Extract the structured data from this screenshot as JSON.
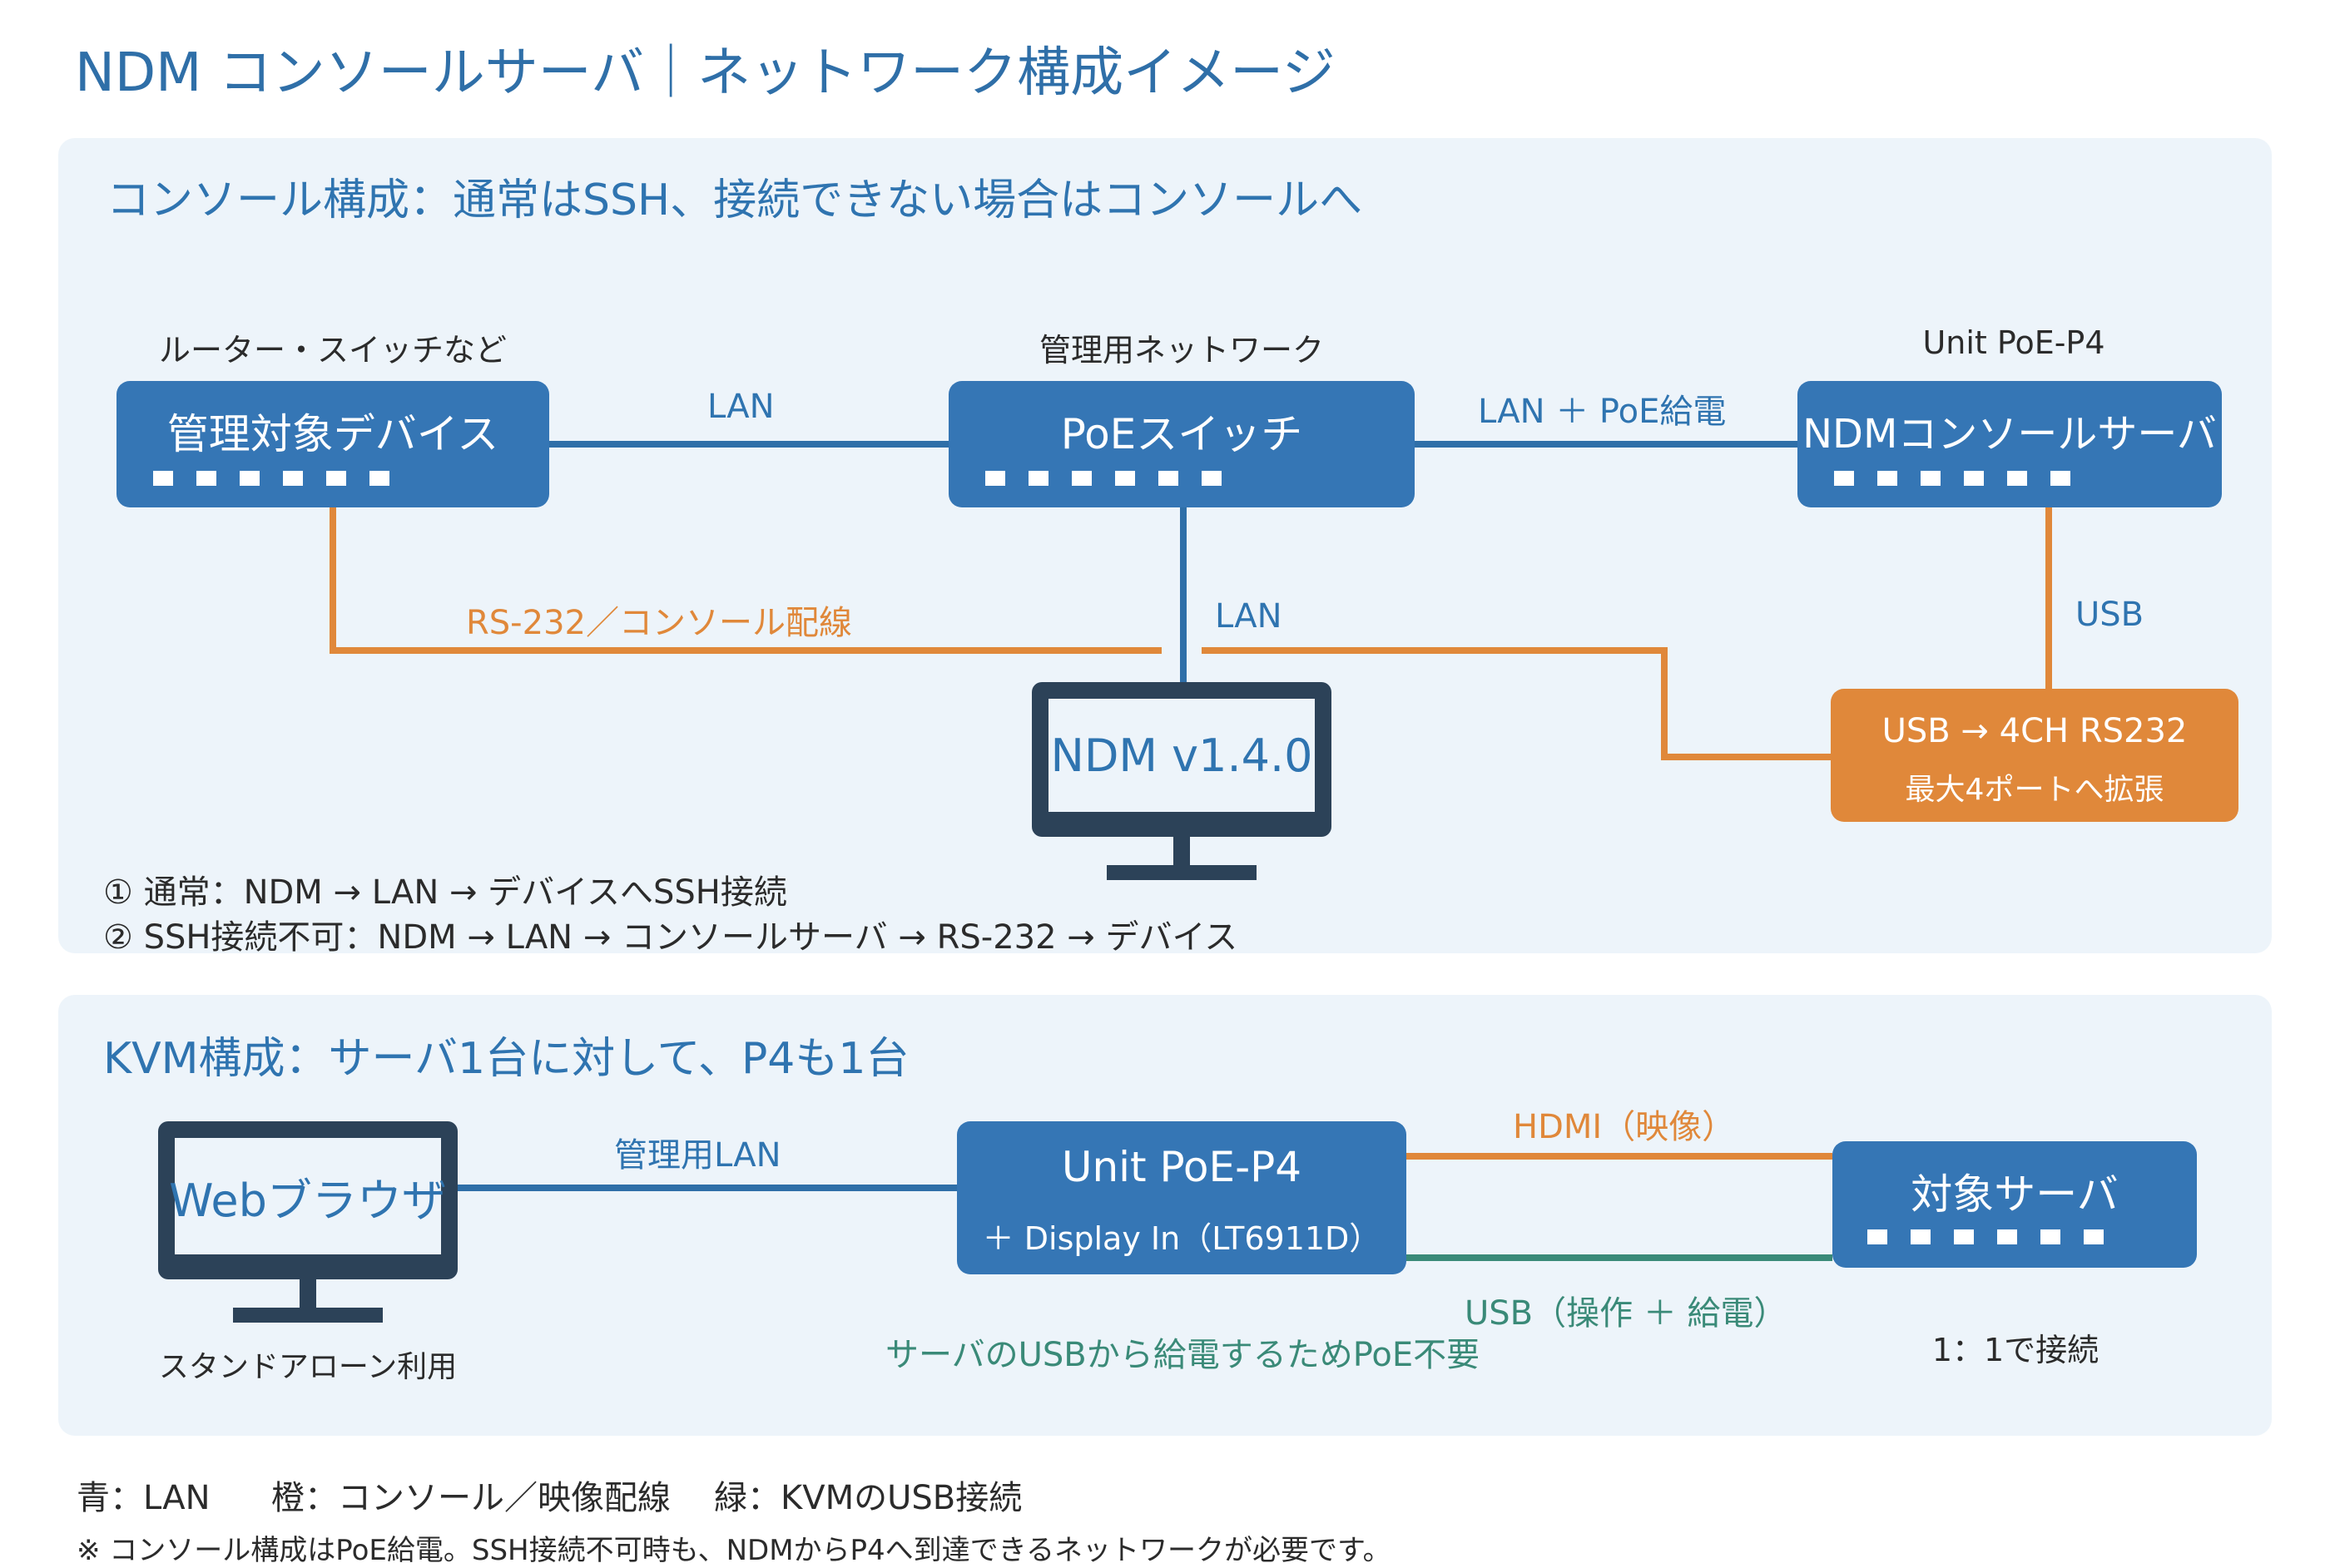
{
  "title": "NDM コンソールサーバ｜ネットワーク構成イメージ",
  "console_section": {
    "heading": "コンソール構成：通常はSSH、接続できない場合はコンソールへ",
    "caption_device": "ルーター・スイッチなど",
    "caption_switch": "管理用ネットワーク",
    "caption_server": "Unit PoE-P4",
    "device_box": "管理対象デバイス",
    "switch_box": "PoEスイッチ",
    "server_box": "NDMコンソールサーバ",
    "link_device_switch": "LAN",
    "link_switch_server": "LAN ＋ PoE給電",
    "link_rs232": "RS-232／コンソール配線",
    "link_lan_ndm": "LAN",
    "link_usb": "USB",
    "ndm_screen": "NDM v1.4.0",
    "usb_box_line1": "USB → 4CH RS232",
    "usb_box_line2": "最大4ポートへ拡張",
    "flow_note_1": "① 通常：NDM → LAN → デバイスへSSH接続",
    "flow_note_2": "② SSH接続不可：NDM → LAN → コンソールサーバ → RS-232 → デバイス"
  },
  "kvm_section": {
    "heading": "KVM構成：サーバ1台に対して、P4も1台",
    "browser_screen": "Webブラウザ",
    "browser_caption": "スタンドアローン利用",
    "link_mgmt_lan": "管理用LAN",
    "unit_box_line1": "Unit PoE-P4",
    "unit_box_line2": "＋ Display In（LT6911D）",
    "target_box": "対象サーバ",
    "link_hdmi": "HDMI（映像）",
    "link_usb": "USB（操作 ＋ 給電）",
    "power_note": "サーバのUSBから給電するためPoE不要",
    "ratio_note": "1：1で接続"
  },
  "legend": {
    "blue": "青：LAN",
    "orange": "橙：コンソール／映像配線",
    "green": "緑：KVMのUSB接続"
  },
  "footnote": "※ コンソール構成はPoE給電。SSH接続不可時も、NDMからP4へ到達できるネットワークが必要です。",
  "colors": {
    "lan_blue": "#2f6fa8",
    "console_orange": "#e0883a",
    "usb_green": "#3a8a78",
    "box_blue": "#3576b5",
    "panel_bg": "#edf4fa"
  }
}
